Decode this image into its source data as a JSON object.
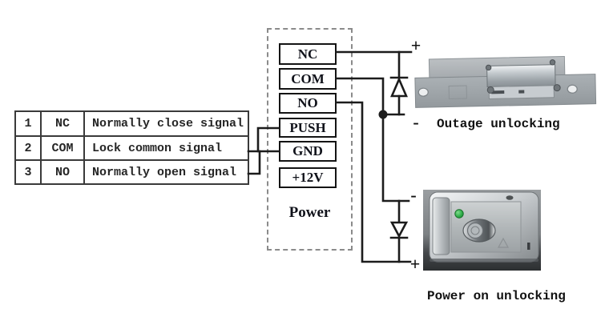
{
  "legend_table": {
    "rows": [
      {
        "num": "1",
        "code": "NC",
        "desc": "Normally close signal"
      },
      {
        "num": "2",
        "code": "COM",
        "desc": "Lock common signal"
      },
      {
        "num": "3",
        "code": "NO",
        "desc": "Normally open signal"
      }
    ]
  },
  "power_box": {
    "label": "Power",
    "terminals": [
      "NC",
      "COM",
      "NO",
      "PUSH",
      "GND",
      "+12V"
    ]
  },
  "polarity": {
    "strike_plus": "+",
    "strike_minus": "-",
    "lock_minus": "-",
    "lock_plus": "+"
  },
  "captions": {
    "strike": "Outage unlocking",
    "lock": "Power on unlocking"
  },
  "colors": {
    "wire": "#1c1c1c",
    "dashed_border": "#8b8b8b",
    "led_green": "#2fae4a"
  }
}
